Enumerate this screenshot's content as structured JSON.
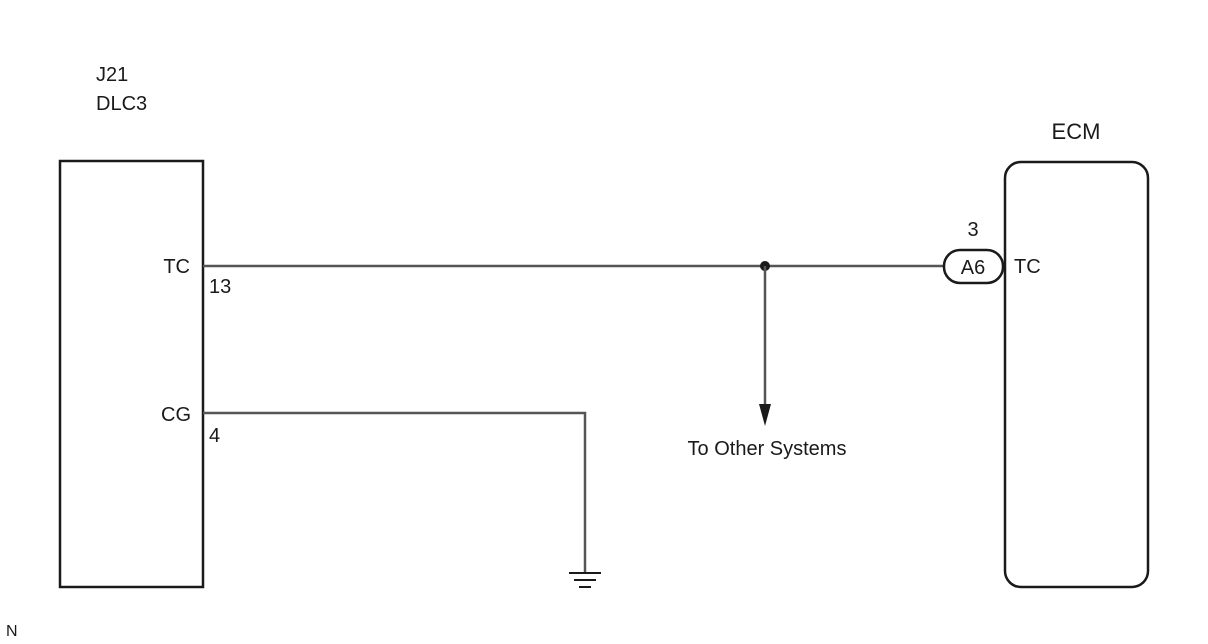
{
  "connector_dlc3": {
    "code": "J21",
    "name": "DLC3",
    "pins": [
      {
        "label": "TC",
        "number": "13"
      },
      {
        "label": "CG",
        "number": "4"
      }
    ]
  },
  "ecm": {
    "name": "ECM",
    "pin_label": "TC",
    "connector": "A6",
    "connector_pin": "3"
  },
  "branch_label": "To Other Systems",
  "corner_mark": "N",
  "icons": {
    "ground": "ground-icon",
    "arrow": "arrow-down-icon",
    "junction": "junction-dot"
  },
  "colors": {
    "wire": "#555555",
    "outline": "#1a1a1a",
    "background": "#ffffff"
  }
}
